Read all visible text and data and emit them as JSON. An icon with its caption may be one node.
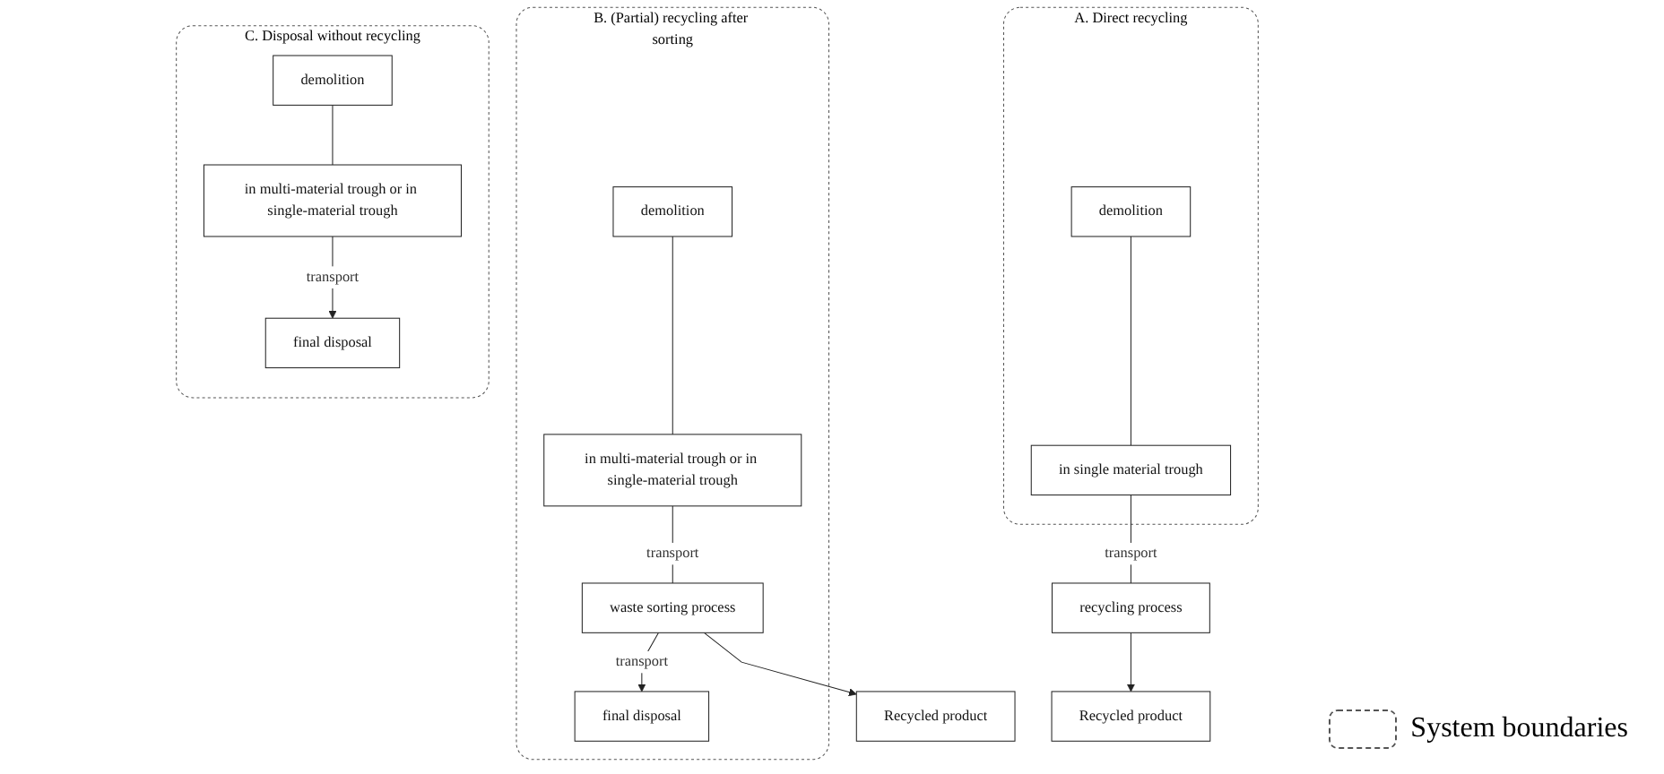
{
  "diagram": {
    "nodes": [
      {
        "text": [
          "A. Direct recycling"
        ]
      },
      {
        "text": [
          "demolition"
        ],
        "in": 0
      },
      {
        "text": [
          "in single material trough"
        ],
        "in": 0
      },
      {
        "text": [
          "recycling process"
        ]
      },
      {
        "text": [
          "Recycled product"
        ]
      },
      {
        "text": [
          "B. (Partial) recycling after sorting"
        ]
      },
      {
        "text": [
          "demolition"
        ],
        "in": 5
      },
      {
        "text": [
          "in multi-material trough or in single-material trough"
        ],
        "in": 5
      },
      {
        "text": [
          "waste sorting process"
        ],
        "in": 5
      },
      {
        "text": [
          "final disposal"
        ],
        "in": 5
      },
      {
        "text": [
          "Recycled product"
        ]
      },
      {
        "text": [
          "C. Disposal without recycling"
        ]
      },
      {
        "text": [
          "demolition"
        ],
        "in": 11
      },
      {
        "text": [
          "in multi-material trough or in single-material trough"
        ],
        "in": 11
      },
      {
        "text": [
          "final disposal"
        ],
        "in": 11
      }
    ],
    "edges": [
      {
        "from": 1,
        "to": 2,
        "arrow": "none"
      },
      {
        "from": 2,
        "to": 3,
        "arrow": "none",
        "label": "transport"
      },
      {
        "from": 3,
        "to": 4,
        "arrow": "to"
      },
      {
        "from": 6,
        "to": 7,
        "arrow": "none"
      },
      {
        "from": 7,
        "to": 8,
        "arrow": "none",
        "label": "transport"
      },
      {
        "from": 8,
        "to": 9,
        "arrow": "to",
        "label": "transport"
      },
      {
        "from": 8,
        "to": 10,
        "arrow": "to"
      },
      {
        "from": 12,
        "to": 13,
        "arrow": "none"
      },
      {
        "from": 13,
        "to": 14,
        "arrow": "to",
        "label": "transport"
      }
    ],
    "legend": [
      {
        "text": "System boundaries"
      }
    ]
  }
}
